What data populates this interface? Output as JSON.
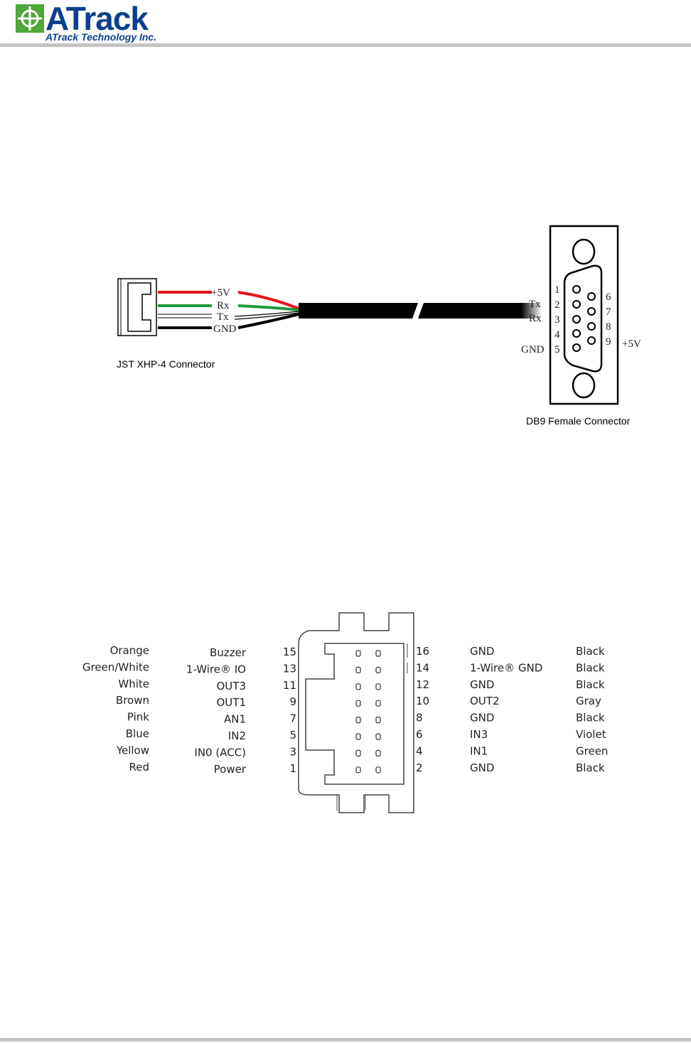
{
  "header": {
    "logo_word": "ATrack",
    "logo_subtitle": "ATrack Technology Inc."
  },
  "cable_diagram": {
    "jst_caption": "JST XHP-4 Connector",
    "db9_caption": "DB9 Female Connector",
    "jst_wires": [
      {
        "label": "+5V",
        "color": "#e8141c"
      },
      {
        "label": "Rx",
        "color": "#1e9a3a"
      },
      {
        "label": "Tx",
        "color": "#b8b8b8"
      },
      {
        "label": "GND",
        "color": "#000000"
      }
    ],
    "db9_pin_numbers_left": [
      "1",
      "2",
      "3",
      "4",
      "5"
    ],
    "db9_pin_numbers_right": [
      "6",
      "7",
      "8",
      "9"
    ],
    "db9_signal_tx": "Tx",
    "db9_signal_rx": "Rx",
    "db9_signal_gnd": "GND",
    "db9_signal_5v": "+5V"
  },
  "harness": {
    "left_pins": [
      {
        "color": "Orange",
        "signal": "Buzzer",
        "pin": "15"
      },
      {
        "color": "Green/White",
        "signal": "1-Wire® IO",
        "pin": "13"
      },
      {
        "color": "White",
        "signal": "OUT3",
        "pin": "11"
      },
      {
        "color": "Brown",
        "signal": "OUT1",
        "pin": "9"
      },
      {
        "color": "Pink",
        "signal": "AN1",
        "pin": "7"
      },
      {
        "color": "Blue",
        "signal": "IN2",
        "pin": "5"
      },
      {
        "color": "Yellow",
        "signal": "IN0 (ACC)",
        "pin": "3"
      },
      {
        "color": "Red",
        "signal": "Power",
        "pin": "1"
      }
    ],
    "right_pins": [
      {
        "pin": "16",
        "signal": "GND",
        "color": "Black"
      },
      {
        "pin": "14",
        "signal": "1-Wire® GND",
        "color": "Black"
      },
      {
        "pin": "12",
        "signal": "GND",
        "color": "Black"
      },
      {
        "pin": "10",
        "signal": "OUT2",
        "color": "Gray"
      },
      {
        "pin": "8",
        "signal": "GND",
        "color": "Black"
      },
      {
        "pin": "6",
        "signal": "IN3",
        "color": "Violet"
      },
      {
        "pin": "4",
        "signal": "IN1",
        "color": "Green"
      },
      {
        "pin": "2",
        "signal": "GND",
        "color": "Black"
      }
    ]
  }
}
